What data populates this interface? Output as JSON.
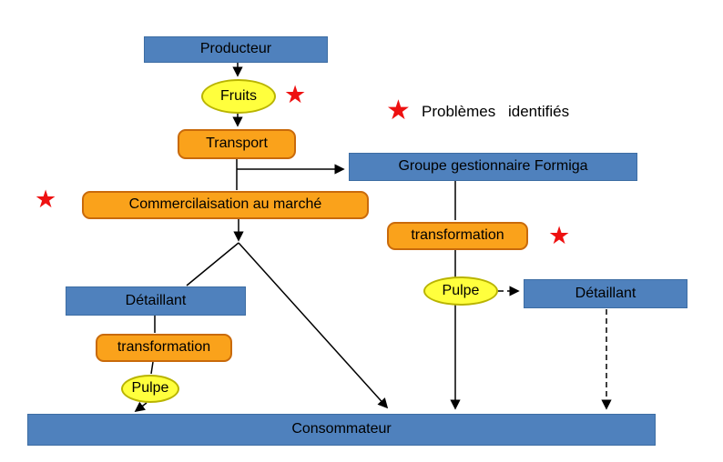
{
  "colors": {
    "box_blue": "#4f81bd",
    "box_orange": "#faa21b",
    "ellipse_yellow": "#ffff3d",
    "star_red": "#ee1111",
    "connector": "#000000"
  },
  "legend": {
    "star_icon": "★",
    "label": "Problèmes  identifiés"
  },
  "nodes": {
    "producteur": "Producteur",
    "fruits": "Fruits",
    "transport": "Transport",
    "groupe_gestionnaire": "Groupe gestionnaire Formiga",
    "commercialisation": "Commercilaisation au marché",
    "transformation_right": "transformation",
    "pulpe_right": "Pulpe",
    "detaillant_right": "Détaillant",
    "detaillant_left": "Détaillant",
    "transformation_left": "transformation",
    "pulpe_left": "Pulpe",
    "consommateur": "Consommateur"
  }
}
